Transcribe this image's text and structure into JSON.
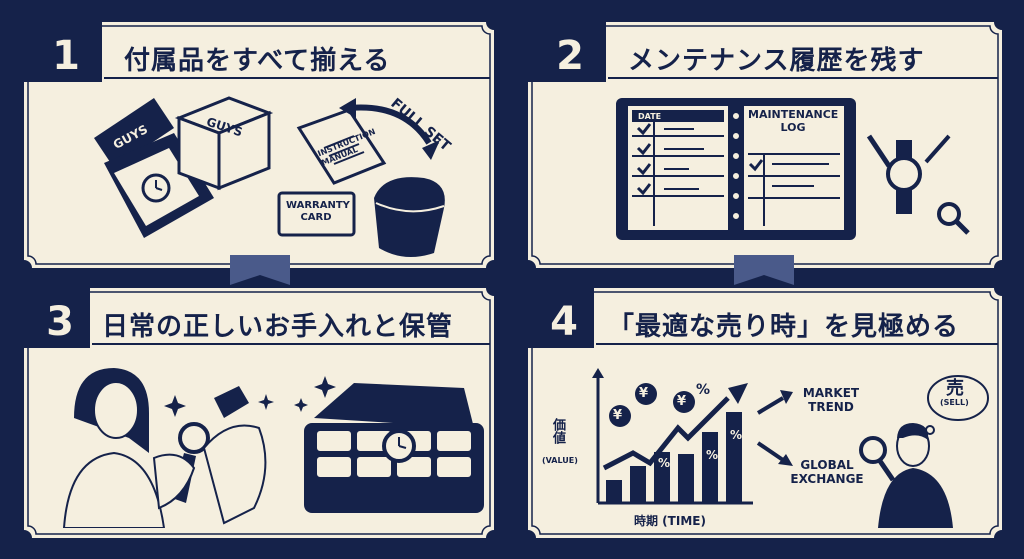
{
  "panels": [
    {
      "number": "1",
      "title": "付属品をすべて揃える"
    },
    {
      "number": "2",
      "title": "メンテナンス履歴を残す"
    },
    {
      "number": "3",
      "title": "日常の正しいお手入れと保管"
    },
    {
      "number": "4",
      "title": "「最適な売り時」を見極める"
    }
  ],
  "p1": {
    "box_brand": "GUYS",
    "box2_brand": "GUYS",
    "manual": "INSTRUCTION MANUAL",
    "full_set": "FULL SET",
    "warranty": "WARRANTY CARD"
  },
  "p2": {
    "date": "DATE",
    "log_title": "MAINTENANCE LOG"
  },
  "p4": {
    "y_label": "価値",
    "y_label_en": "(VALUE)",
    "x_label": "時期 (TIME)",
    "market": "MARKET TREND",
    "global": "GLOBAL EXCHANGE",
    "sell": "売",
    "sell_en": "(SELL)",
    "yen": "¥",
    "pct": "%"
  },
  "colors": {
    "navy": "#15224a",
    "cream": "#f5efdf",
    "ribbon": "#4a5a8a"
  }
}
